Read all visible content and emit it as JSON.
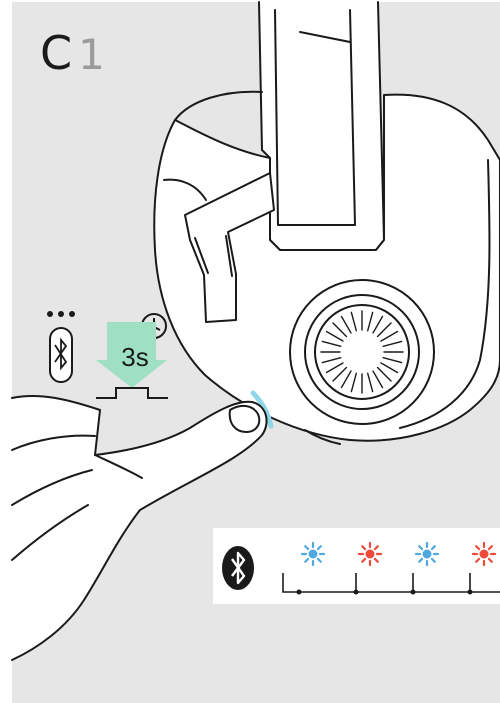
{
  "step": {
    "letter": "C",
    "number": "1"
  },
  "press": {
    "duration_label": "3s",
    "icon": "clock-icon",
    "button_icon": "bluetooth-icon"
  },
  "led_sequence": [
    {
      "color_name": "blue",
      "color": "#4fa8e0"
    },
    {
      "color_name": "red",
      "color": "#ee4a3c"
    },
    {
      "color_name": "blue",
      "color": "#4fa8e0"
    },
    {
      "color_name": "red",
      "color": "#ee4a3c"
    }
  ],
  "colors": {
    "arrow": "#9fe0c4",
    "panel": "#e6e6e6",
    "line": "#1a1a1a",
    "button_glow": "#8fd6e8"
  }
}
